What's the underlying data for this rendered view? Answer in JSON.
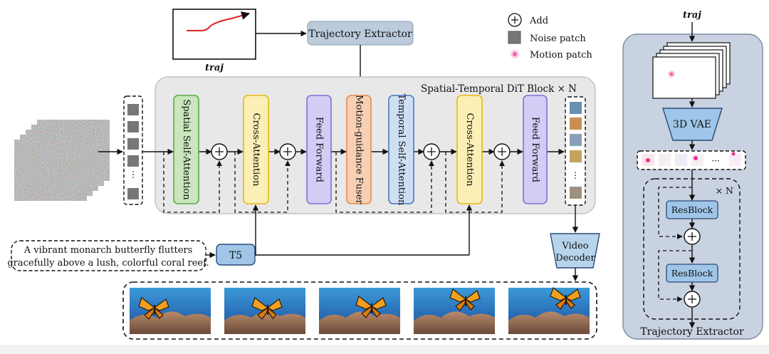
{
  "legend": {
    "add": "Add",
    "noise_patch": "Noise patch",
    "motion_patch": "Motion patch"
  },
  "traj_label": "traj",
  "trajectory_extractor": "Trajectory Extractor",
  "dit_block_title": "Spatial-Temporal DiT Block × N",
  "modules": {
    "spatial_self_attention": "Spatial Self-Attention",
    "cross_attention_1": "Cross-Attention",
    "feed_forward_1": "Feed Forward",
    "motion_guidance_fuser": "Motion-guidance Fuser",
    "temporal_self_attention": "Temporal Self-Attention",
    "cross_attention_2": "Cross-Attention",
    "feed_forward_2": "Feed Forward"
  },
  "t5": "T5",
  "video_decoder": [
    "Video",
    "Decoder"
  ],
  "prompt": [
    "A vibrant monarch butterfly flutters",
    "gracefully above a lush, colorful coral reef."
  ],
  "right_panel": {
    "traj": "traj",
    "vae": "3D VAE",
    "times_n": "× N",
    "resblock_1": "ResBlock",
    "resblock_2": "ResBlock",
    "title": "Trajectory Extractor",
    "ellipsis": "···"
  },
  "colors": {
    "green": "#5aa94a",
    "yellow": "#e8b90f",
    "purple": "#8070d8",
    "orange": "#e98a4c",
    "blue": "#4a78c0",
    "steel": "#bccbdc",
    "right_bg": "#c9d2e0"
  }
}
